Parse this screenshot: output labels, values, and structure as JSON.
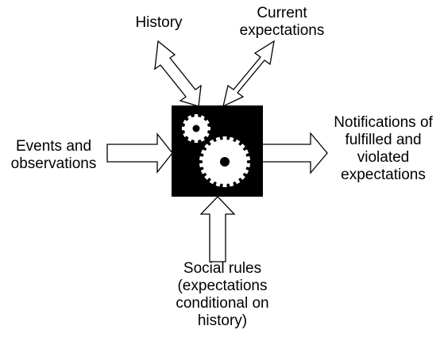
{
  "labels": {
    "history": "History",
    "current_expectations": "Current\nexpectations",
    "events": "Events and\nobservations",
    "notifications": "Notifications of\nfulfilled and\nviolated\nexpectations",
    "social_rules": "Social rules\n(expectations\nconditional on\nhistory)"
  },
  "icons": {
    "engine": "gears-icon"
  },
  "colors": {
    "box": "#000000",
    "gear": "#ffffff",
    "arrow_fill": "#ffffff",
    "arrow_stroke": "#000000"
  }
}
